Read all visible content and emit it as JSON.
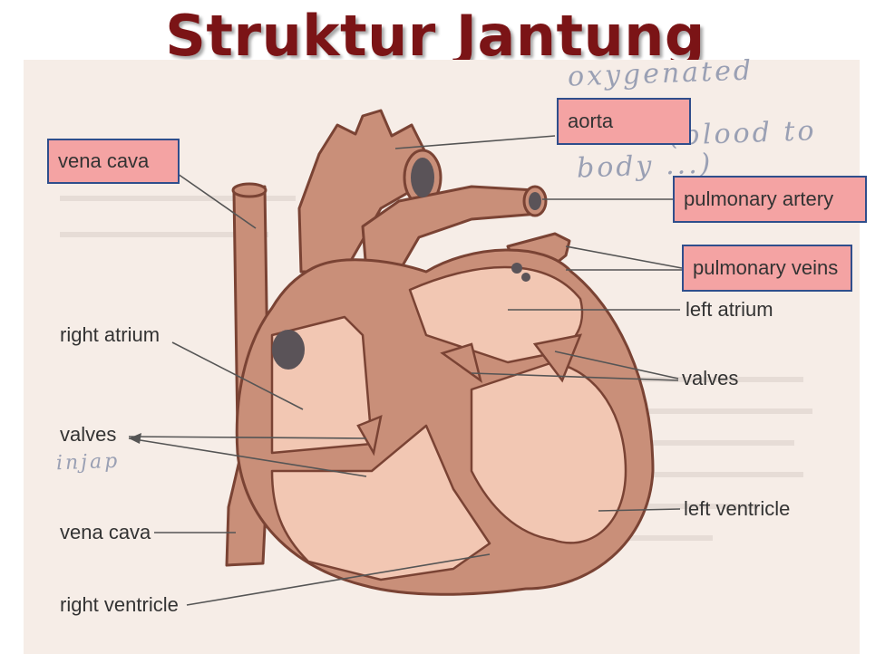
{
  "title": "Struktur Jantung",
  "colors": {
    "title": "#7b1416",
    "highlight_fill": "#f4a3a3",
    "highlight_border": "#2f4e8c",
    "heart_outline": "#7a4334",
    "heart_wall": "#c98f79",
    "heart_chamber": "#f2c7b3",
    "vessel_lumen": "#5a5358",
    "paper": "#f6ede7"
  },
  "labels": {
    "aorta": "aorta",
    "vena_cava_top": "vena cava",
    "pulmonary_artery": "pulmonary artery",
    "pulmonary_veins": "pulmonary veins",
    "left_atrium": "left atrium",
    "right_atrium": "right atrium",
    "valves_right": "valves",
    "valves_left": "valves",
    "left_ventricle": "left ventricle",
    "vena_cava_bottom": "vena cava",
    "right_ventricle": "right ventricle"
  },
  "handwriting": {
    "line1": "oxygenated",
    "line2": "(blood to",
    "line3": "body ...)",
    "margin_note": "injap"
  }
}
